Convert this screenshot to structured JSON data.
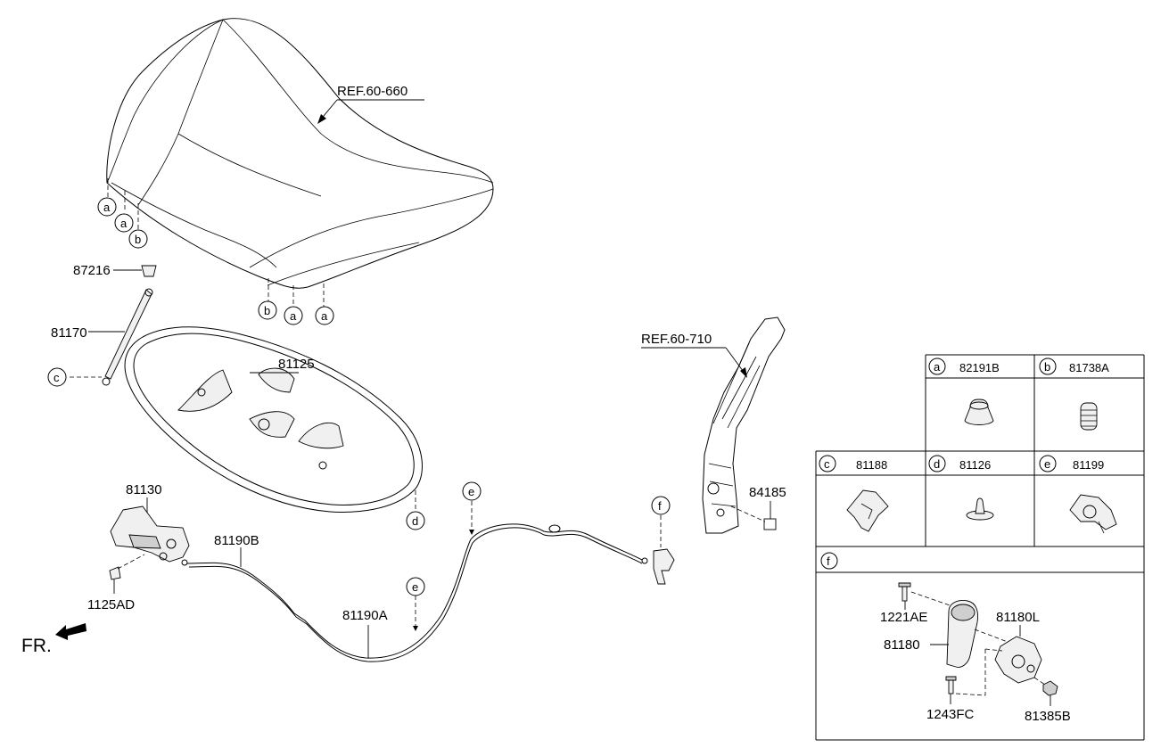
{
  "references": {
    "hood": "REF.60-660",
    "pillar": "REF.60-710"
  },
  "parts": {
    "stay_cap": "87216",
    "stay_rod": "81170",
    "insulator": "81125",
    "latch": "81130",
    "cable_front": "81190B",
    "cable_main": "81190A",
    "bolt_latch": "1125AD",
    "seal": "84185"
  },
  "direction_label": "FR.",
  "markers": {
    "a": "a",
    "b": "b",
    "c": "c",
    "d": "d",
    "e": "e",
    "f": "f"
  },
  "legend": {
    "a": {
      "letter": "a",
      "part": "82191B"
    },
    "b": {
      "letter": "b",
      "part": "81738A"
    },
    "c": {
      "letter": "c",
      "part": "81188"
    },
    "d": {
      "letter": "d",
      "part": "81126"
    },
    "e": {
      "letter": "e",
      "part": "81199"
    },
    "f": {
      "letter": "f",
      "parts": {
        "bolt_top": "1221AE",
        "handle": "81180",
        "housing": "81180L",
        "bolt_bottom": "1243FC",
        "nut": "81385B"
      }
    }
  }
}
